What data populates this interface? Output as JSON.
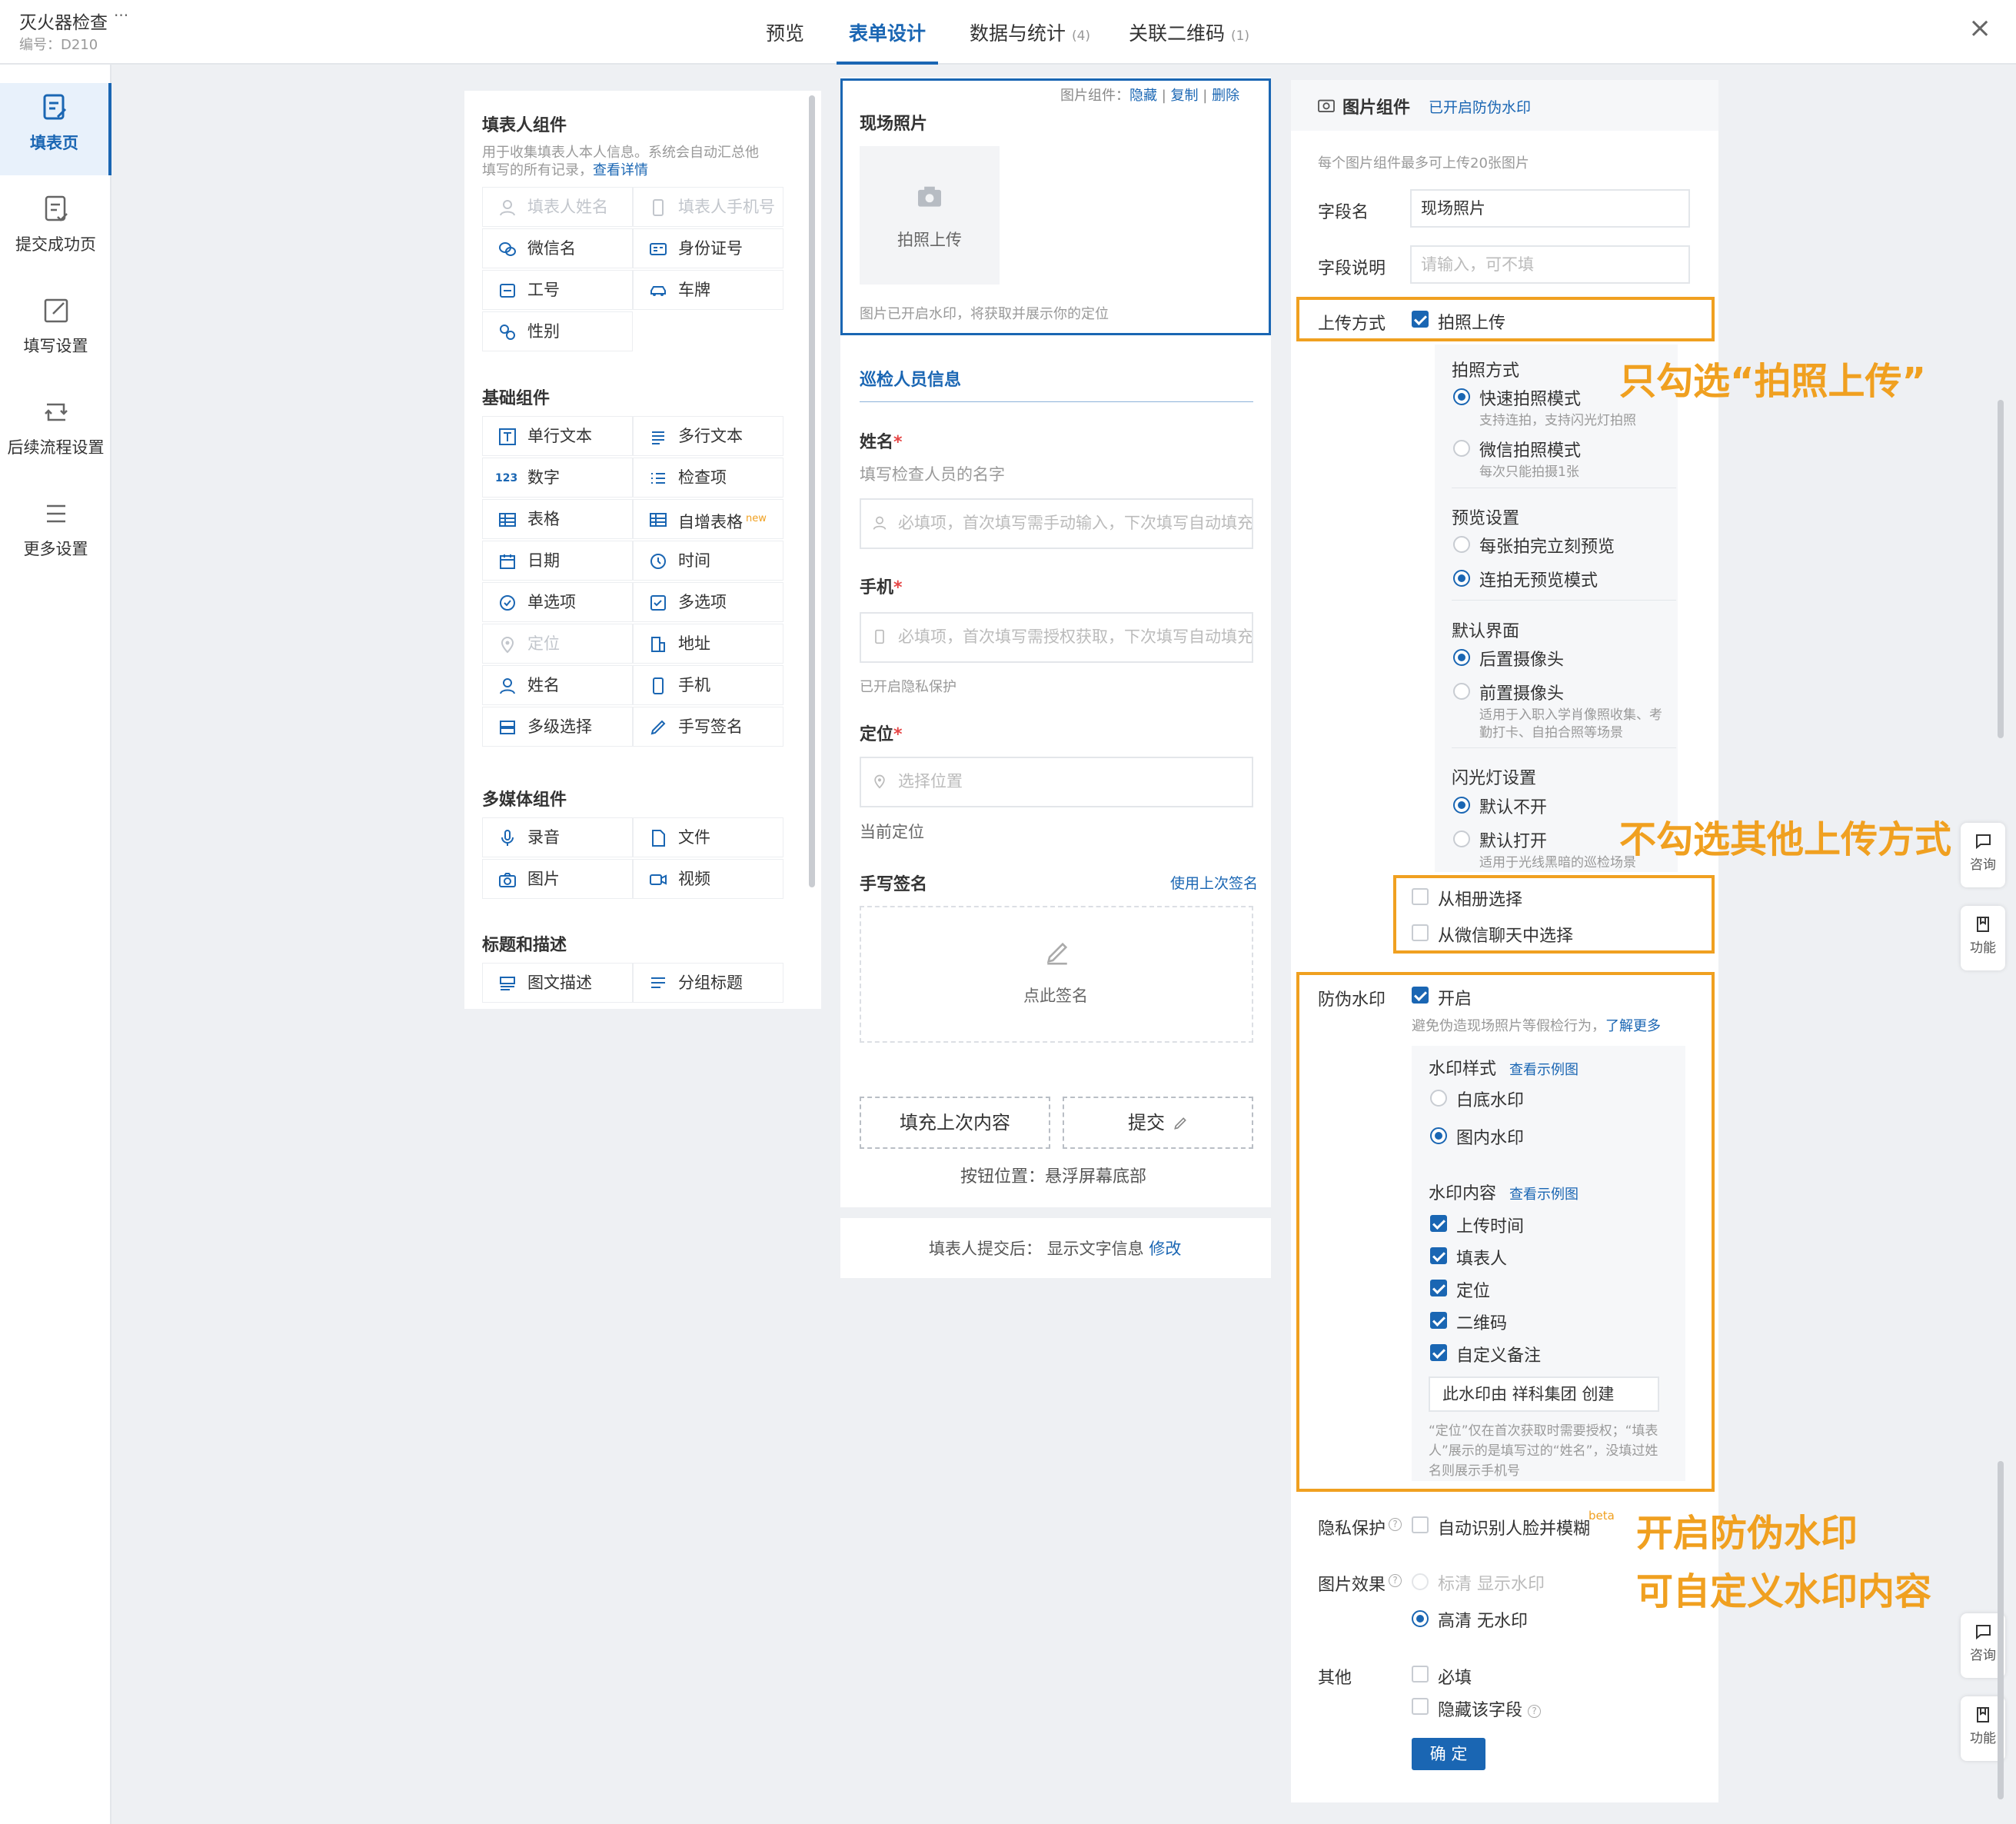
{
  "header": {
    "title": "灭火器检查",
    "more": "···",
    "code": "编号：D210",
    "close": "×",
    "tabs": [
      {
        "label": "预览",
        "count": ""
      },
      {
        "label": "表单设计",
        "count": ""
      },
      {
        "label": "数据与统计",
        "count": "(4)"
      },
      {
        "label": "关联二维码",
        "count": "(1)"
      }
    ]
  },
  "nav": [
    {
      "label": "填表页",
      "icon": "form-edit-icon"
    },
    {
      "label": "提交成功页",
      "icon": "check-doc-icon"
    },
    {
      "label": "填写设置",
      "icon": "edit-icon"
    },
    {
      "label": "后续流程设置",
      "icon": "flow-icon"
    },
    {
      "label": "更多设置",
      "icon": "menu-icon"
    }
  ],
  "components": {
    "filler_title": "填表人组件",
    "filler_desc1": "用于收集填表人本人信息。系统会自动汇总他",
    "filler_desc2": "填写的所有记录，",
    "filler_link": "查看详情",
    "filler": [
      "填表人姓名",
      "填表人手机号",
      "微信名",
      "身份证号",
      "工号",
      "车牌",
      "性别"
    ],
    "basic_title": "基础组件",
    "basic": [
      "单行文本",
      "多行文本",
      "数字",
      "检查项",
      "表格",
      "自增表格",
      "日期",
      "时间",
      "单选项",
      "多选项",
      "定位",
      "地址",
      "姓名",
      "手机",
      "多级选择",
      "手写签名"
    ],
    "new_badge": "new",
    "media_title": "多媒体组件",
    "media": [
      "录音",
      "文件",
      "图片",
      "视频"
    ],
    "desc_title": "标题和描述",
    "desc": [
      "图文描述",
      "分组标题"
    ]
  },
  "form": {
    "toolbar": {
      "label": "图片组件：",
      "hide": "隐藏",
      "copy": "复制",
      "delete": "删除",
      "sep": "|"
    },
    "photo_title": "现场照片",
    "photo_btn": "拍照上传",
    "photo_hint": "图片已开启水印，将获取并展示你的定位",
    "group_title": "巡检人员信息",
    "name_label": "姓名",
    "req": "*",
    "name_desc": "填写检查人员的名字",
    "name_ph": "必填项，首次填写需手动输入，下次填写自动填充",
    "phone_label": "手机",
    "phone_ph": "必填项，首次填写需授权获取，下次填写自动填充",
    "phone_note": "已开启隐私保护",
    "loc_label": "定位",
    "loc_ph": "选择位置",
    "loc_cur": "当前定位",
    "sign_label": "手写签名",
    "sign_link": "使用上次签名",
    "sign_ph": "点此签名",
    "btn_fill": "填充上次内容",
    "btn_submit": "提交",
    "btn_pos": "按钮位置：悬浮屏幕底部",
    "after": "填表人提交后：",
    "after_val": "显示文字信息",
    "after_link": "修改"
  },
  "props": {
    "title": "图片组件",
    "watermark_on": "已开启防伪水印",
    "limit": "每个图片组件最多可上传20张图片",
    "field_name_label": "字段名",
    "field_name": "现场照片",
    "field_desc_label": "字段说明",
    "field_desc_ph": "请输入，可不填",
    "upload_label": "上传方式",
    "upload_camera": "拍照上传",
    "mode_title": "拍照方式",
    "mode_fast": "快速拍照模式",
    "mode_fast_sub": "支持连拍，支持闪光灯拍照",
    "mode_wx": "微信拍照模式",
    "mode_wx_sub": "每次只能拍摄1张",
    "preview_title": "预览设置",
    "preview_each": "每张拍完立刻预览",
    "preview_cont": "连拍无预览模式",
    "ui_title": "默认界面",
    "ui_back": "后置摄像头",
    "ui_front": "前置摄像头",
    "ui_front_sub1": "适用于入职入学肖像照收集、考",
    "ui_front_sub2": "勤打卡、自拍合照等场景",
    "flash_title": "闪光灯设置",
    "flash_off": "默认不开",
    "flash_on": "默认打开",
    "flash_on_sub": "适用于光线黑暗的巡检场景",
    "upload_album": "从相册选择",
    "upload_wechat": "从微信聊天中选择",
    "wm_label": "防伪水印",
    "wm_open": "开启",
    "wm_desc": "避免伪造现场照片等假检行为，",
    "wm_more": "了解更多",
    "wm_style": "水印样式",
    "wm_example": "查看示例图",
    "wm_white": "白底水印",
    "wm_inner": "图内水印",
    "wm_content": "水印内容",
    "wm_items": [
      "上传时间",
      "填表人",
      "定位",
      "二维码",
      "自定义备注"
    ],
    "wm_custom": "此水印由 祥科集团 创建",
    "wm_note1": "“定位”仅在首次获取时需要授权；“填表",
    "wm_note2": "人”展示的是填写过的“姓名”，没填过姓",
    "wm_note3": "名则展示手机号",
    "privacy_label": "隐私保护",
    "privacy_opt": "自动识别人脸并模糊",
    "beta": "beta",
    "effect_label": "图片效果",
    "effect_std": "标清 显示水印",
    "effect_hd": "高清 无水印",
    "other_label": "其他",
    "other_req": "必填",
    "other_hide": "隐藏该字段",
    "ok": "确 定",
    "qmark": "?"
  },
  "annotations": [
    "只勾选“拍照上传”",
    "不勾选其他上传方式",
    "开启防伪水印",
    "可自定义水印内容"
  ],
  "side": {
    "consult": "咨询",
    "func": "功能"
  },
  "colors": {
    "accent": "#1a66b3",
    "annotation": "#f0a020"
  }
}
